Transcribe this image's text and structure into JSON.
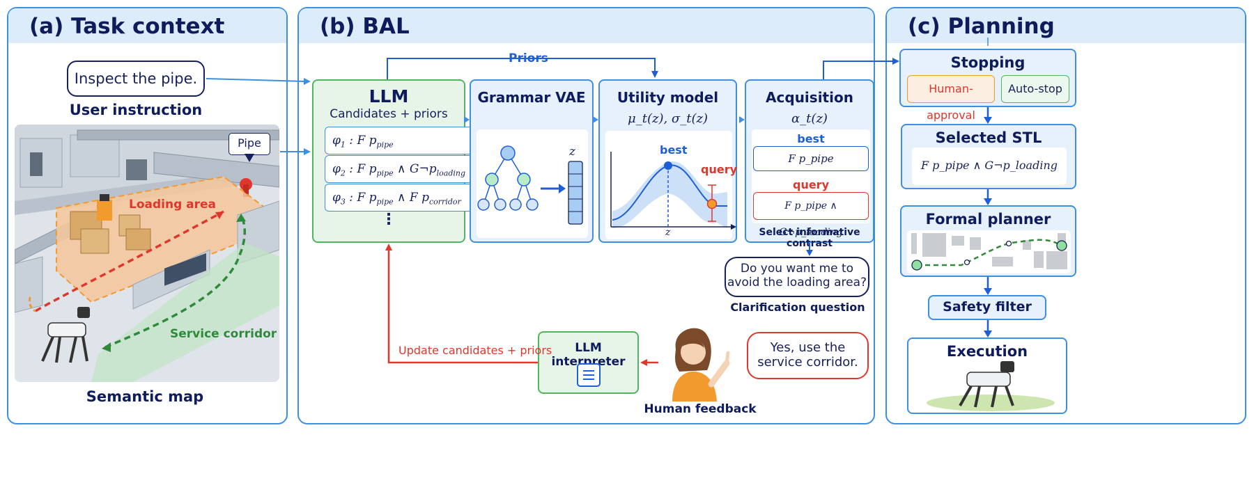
{
  "panels": {
    "task": {
      "title": "(a) Task context"
    },
    "bal": {
      "title": "(b)  BAL"
    },
    "planning": {
      "title": "(c)  Planning"
    }
  },
  "task": {
    "instruction_text": "Inspect the pipe.",
    "instruction_caption": "User instruction",
    "pipe_label": "Pipe",
    "loading_label": "Loading area",
    "corridor_label": "Service corridor",
    "map_caption": "Semantic map"
  },
  "bal": {
    "priors_label": "Priors",
    "llm": {
      "title": "LLM",
      "subtitle": "Candidates + priors",
      "candidates": [
        {
          "idx": "φ",
          "sub": "1",
          "pre": " :  F p",
          "p1": "pipe",
          "mid": "",
          "p2": ""
        },
        {
          "idx": "φ",
          "sub": "2",
          "pre": " :  F p",
          "p1": "pipe",
          "mid": " ∧ G¬p",
          "p2": "loading"
        },
        {
          "idx": "φ",
          "sub": "3",
          "pre": " :  F p",
          "p1": "pipe",
          "mid": " ∧ F p",
          "p2": "corridor"
        }
      ],
      "ellipsis": "⋮"
    },
    "vae": {
      "title": "Grammar VAE",
      "latent_label": "z"
    },
    "utility": {
      "title": "Utility model",
      "formula": "μ_t(z), σ_t(z)",
      "best_label": "best",
      "query_label": "query",
      "axis_label": "z"
    },
    "acquisition": {
      "title": "Acquisition",
      "formula": "α_t(z)",
      "best_label": "best",
      "best_formula": "F p_pipe",
      "query_label": "query",
      "query_formula": "F p_pipe ∧ G¬p_loading",
      "caption": "Select informative contrast"
    },
    "question": {
      "line1": "Do you want me to",
      "line2": "avoid the loading area?",
      "caption": "Clarification question"
    },
    "interpreter": {
      "title": "LLM interpreter"
    },
    "update_label": "Update candidates + priors",
    "feedback": {
      "line1": "Yes, use the",
      "line2": "service corridor.",
      "caption": "Human feedback"
    }
  },
  "planning": {
    "stopping": {
      "title": "Stopping",
      "human": "Human-approval",
      "auto": "Auto-stop"
    },
    "selected": {
      "title": "Selected STL",
      "formula": "F p_pipe ∧ G¬p_loading"
    },
    "planner": {
      "title": "Formal planner"
    },
    "safety": {
      "title": "Safety filter"
    },
    "execution": {
      "title": "Execution"
    }
  },
  "colors": {
    "border_blue": "#3d8fe0",
    "header_fill": "#dcecfb",
    "navy": "#0f1c5c",
    "bright_blue": "#1f5fd6",
    "red": "#e0362b",
    "green": "#2f8a3a",
    "orange": "#f29a2e",
    "llm_fill": "#e7f5e9"
  }
}
